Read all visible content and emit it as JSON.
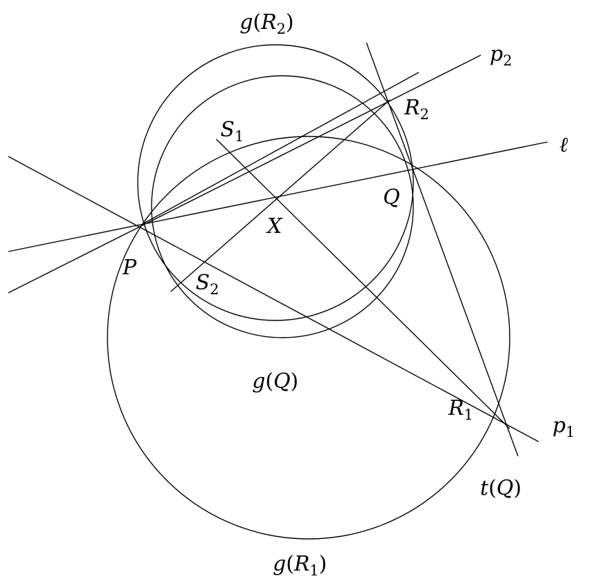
{
  "labels": {
    "g_R2": {
      "fn": "g",
      "open": "(",
      "base": "R",
      "sub": "2",
      "close": ")"
    },
    "p2": {
      "base": "p",
      "sub": "2"
    },
    "R2": {
      "base": "R",
      "sub": "2"
    },
    "S1": {
      "base": "S",
      "sub": "1"
    },
    "ell": {
      "text": "ℓ"
    },
    "Q": {
      "text": "Q"
    },
    "X": {
      "text": "X"
    },
    "P": {
      "text": "P"
    },
    "S2": {
      "base": "S",
      "sub": "2"
    },
    "g_Q": {
      "fn": "g",
      "open": "(",
      "arg": "Q",
      "close": ")"
    },
    "R1": {
      "base": "R",
      "sub": "1"
    },
    "p1": {
      "base": "p",
      "sub": "1"
    },
    "t_Q": {
      "fn": "t",
      "open": "(",
      "arg": "Q",
      "close": ")"
    },
    "g_R1": {
      "fn": "g",
      "open": "(",
      "base": "R",
      "sub": "1",
      "close": ")"
    }
  }
}
